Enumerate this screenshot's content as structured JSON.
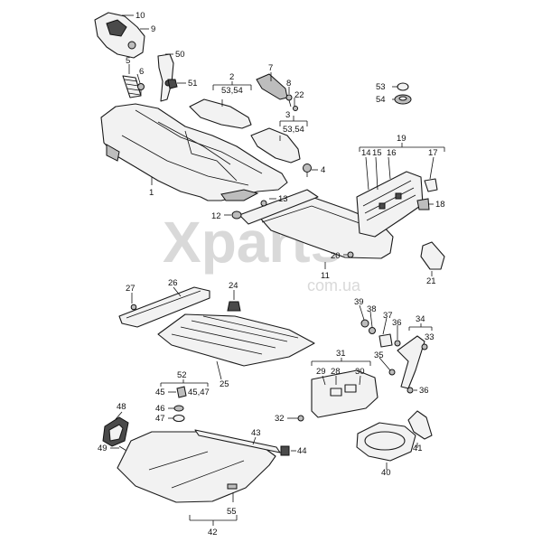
{
  "watermark": {
    "main": "Xparts",
    "sub": "com.ua"
  },
  "callouts": {
    "c1": "1",
    "c2": "2",
    "c2s": "53,54",
    "c3": "3",
    "c3s": "53,54",
    "c4": "4",
    "c5": "5",
    "c6": "6",
    "c7": "7",
    "c8": "8",
    "c9": "9",
    "c10": "10",
    "c11": "11",
    "c12": "12",
    "c13": "13",
    "c14": "14",
    "c15": "15",
    "c16": "16",
    "c17": "17",
    "c18": "18",
    "c19": "19",
    "c20": "20",
    "c21": "21",
    "c22": "22",
    "c24": "24",
    "c25": "25",
    "c26": "26",
    "c27": "27",
    "c28": "28",
    "c29": "29",
    "c30": "30",
    "c31": "31",
    "c32": "32",
    "c33": "33",
    "c34": "34",
    "c35": "35",
    "c36a": "36",
    "c36b": "36",
    "c37": "37",
    "c38": "38",
    "c39": "39",
    "c40": "40",
    "c41": "41",
    "c42": "42",
    "c43": "43",
    "c44": "44",
    "c45": "45",
    "c45s": "45,47",
    "c46": "46",
    "c47": "47",
    "c48": "48",
    "c49": "49",
    "c50": "50",
    "c51": "51",
    "c52": "52",
    "c53": "53",
    "c54": "54",
    "c55": "55"
  }
}
